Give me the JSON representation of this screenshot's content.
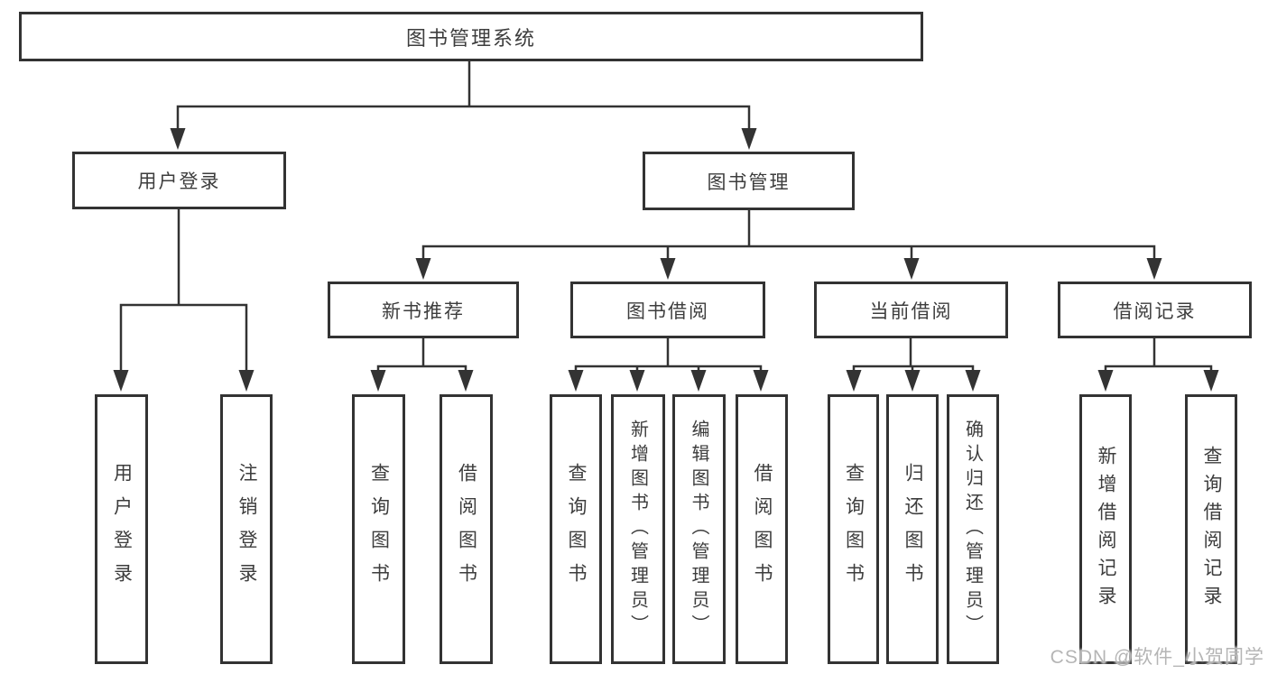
{
  "tree": {
    "root": {
      "label": "图书管理系统"
    },
    "user_login": {
      "label": "用户登录",
      "children": [
        {
          "label": "用户登录"
        },
        {
          "label": "注销登录"
        }
      ]
    },
    "book_management": {
      "label": "图书管理",
      "sections": [
        {
          "label": "新书推荐",
          "children": [
            {
              "label": "查询图书"
            },
            {
              "label": "借阅图书"
            }
          ]
        },
        {
          "label": "图书借阅",
          "children": [
            {
              "label": "查询图书"
            },
            {
              "label": "新增图书（管理员）"
            },
            {
              "label": "编辑图书（管理员）"
            },
            {
              "label": "借阅图书"
            }
          ]
        },
        {
          "label": "当前借阅",
          "children": [
            {
              "label": "查询图书"
            },
            {
              "label": "归还图书"
            },
            {
              "label": "确认归还（管理员）"
            }
          ]
        },
        {
          "label": "借阅记录",
          "children": [
            {
              "label": "新增借阅记录"
            },
            {
              "label": "查询借阅记录"
            }
          ]
        }
      ]
    }
  },
  "watermark": {
    "text": "CSDN @软件_小贺同学"
  },
  "colors": {
    "line": "#333333",
    "box_border": "#333333",
    "text": "#3d3d3d",
    "watermark": "#b5b5b5",
    "background": "#ffffff"
  }
}
